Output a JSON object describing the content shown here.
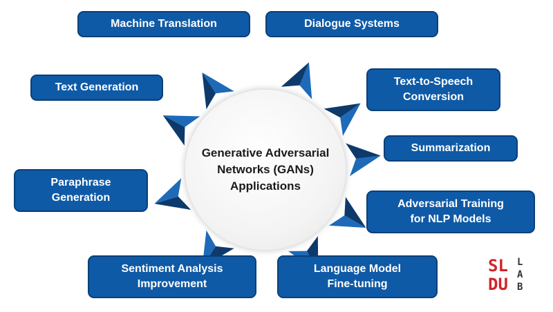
{
  "hub": {
    "lines": [
      "Generative Adversarial",
      "Networks (GANs)",
      "Applications"
    ]
  },
  "nodes": [
    {
      "lines": [
        "Machine Translation"
      ]
    },
    {
      "lines": [
        "Dialogue Systems"
      ]
    },
    {
      "lines": [
        "Text Generation"
      ]
    },
    {
      "lines": [
        "Text-to-Speech",
        "Conversion"
      ]
    },
    {
      "lines": [
        "Summarization"
      ]
    },
    {
      "lines": [
        "Paraphrase",
        "Generation"
      ]
    },
    {
      "lines": [
        "Adversarial Training",
        "for NLP Models"
      ]
    },
    {
      "lines": [
        "Sentiment Analysis",
        "Improvement"
      ]
    },
    {
      "lines": [
        "Language Model",
        "Fine-tuning"
      ]
    }
  ],
  "logo": {
    "row1": "SL",
    "row2": "DU",
    "lab": [
      "L",
      "A",
      "B"
    ]
  },
  "colors": {
    "box_fill": "#0f5aa6",
    "box_border": "#0a3f78",
    "arrow_light": "#1e6ab8",
    "arrow_dark": "#0d3a6b",
    "logo_red": "#d0242b"
  }
}
